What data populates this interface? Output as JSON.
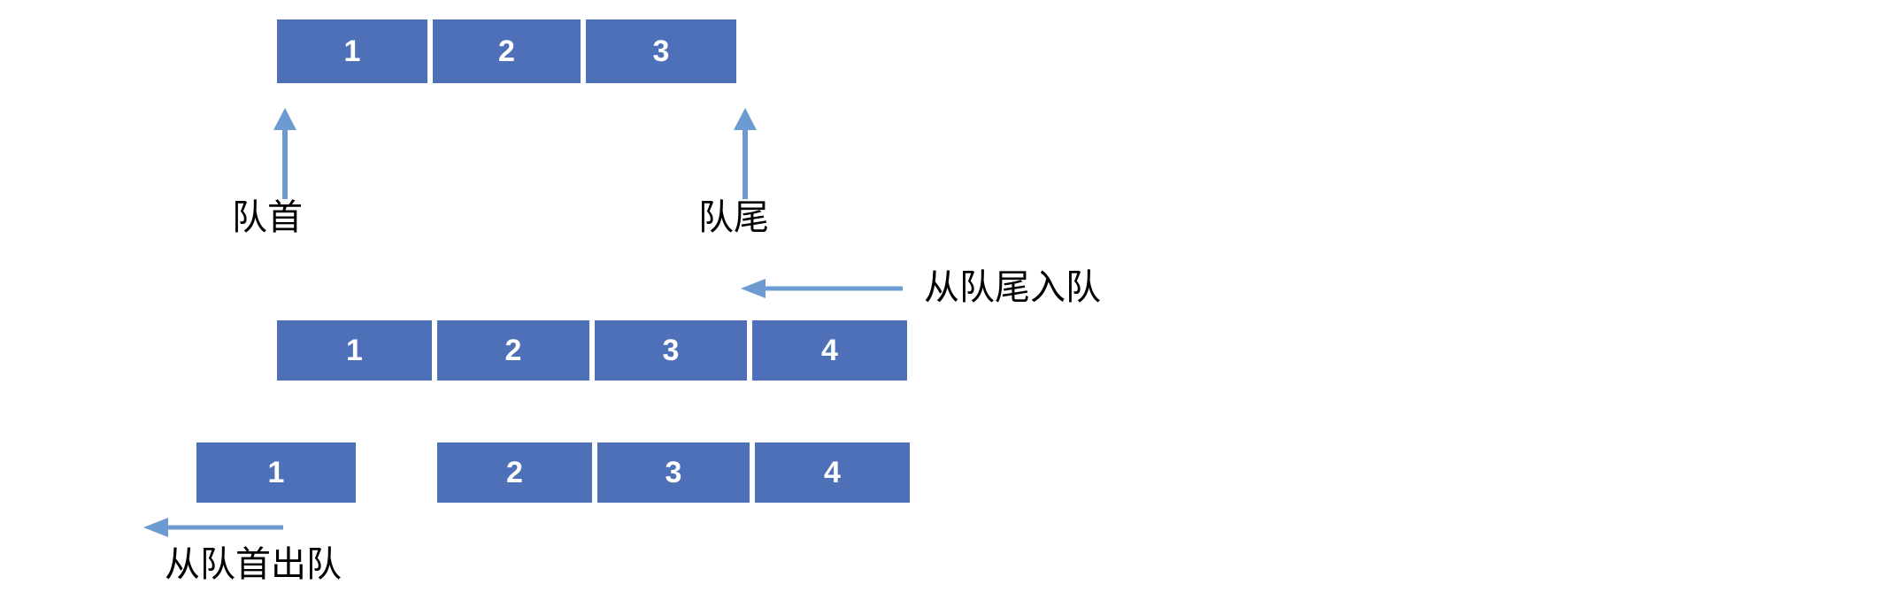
{
  "diagram": {
    "title_concept": "queue-operations",
    "accent_color": "#4E70B8",
    "arrow_color": "#6C9BD2",
    "text_color": "#000000",
    "rows": [
      {
        "name": "initial-queue",
        "groups": [
          {
            "cells": [
              "1",
              "2",
              "3"
            ]
          }
        ]
      },
      {
        "name": "after-enqueue",
        "groups": [
          {
            "cells": [
              "1",
              "2",
              "3",
              "4"
            ]
          }
        ]
      },
      {
        "name": "after-dequeue",
        "groups": [
          {
            "cells": [
              "1"
            ]
          },
          {
            "cells": [
              "2",
              "3",
              "4"
            ]
          }
        ]
      }
    ],
    "labels": {
      "front": "队首",
      "rear": "队尾",
      "enqueue": "从队尾入队",
      "dequeue": "从队首出队"
    },
    "arrows": {
      "front_pointer": "arrow-up-icon",
      "rear_pointer": "arrow-up-icon",
      "enqueue_flow": "arrow-left-icon",
      "dequeue_flow": "arrow-left-icon"
    }
  }
}
